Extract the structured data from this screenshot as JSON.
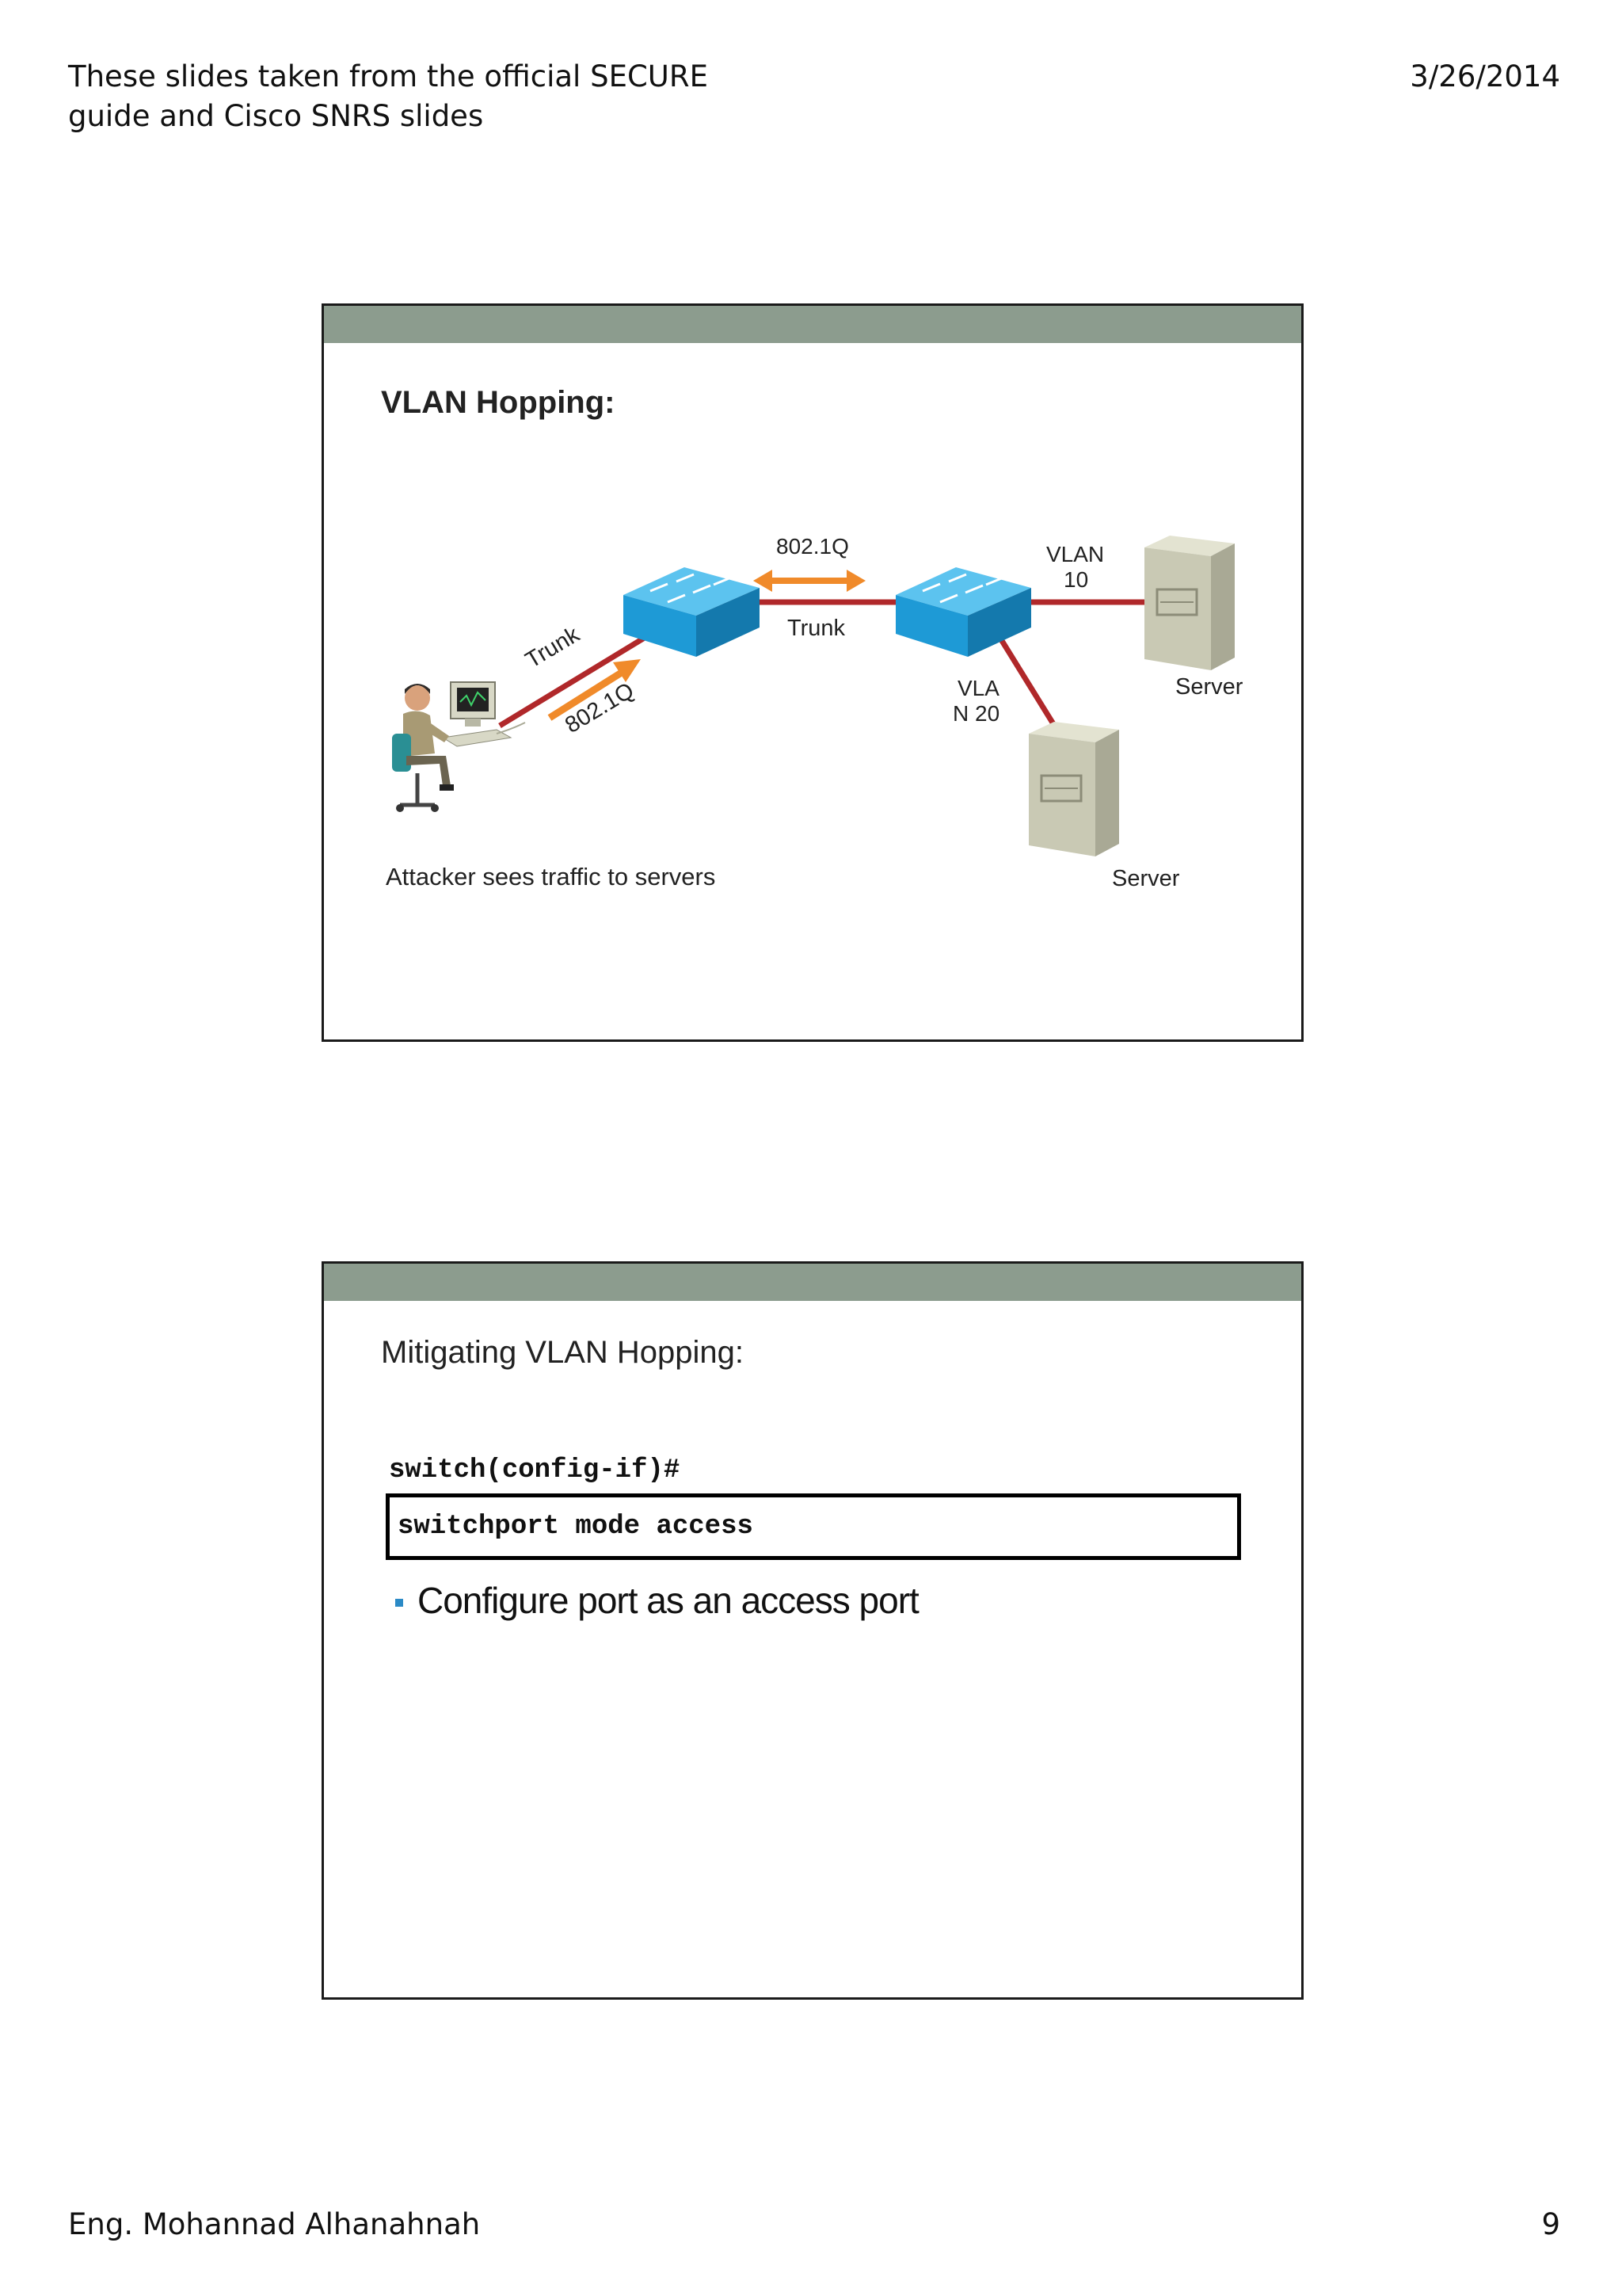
{
  "header": {
    "text_line1": "These slides taken from the official SECURE",
    "text_line2": "guide and Cisco SNRS slides",
    "date": "3/26/2014"
  },
  "footer": {
    "author": "Eng. Mohannad Alhanahnah",
    "page_number": "9"
  },
  "slide1": {
    "title": "VLAN Hopping:",
    "diagram": {
      "label_8021q_top": "802.1Q",
      "label_trunk_mid": "Trunk",
      "label_trunk_diag": "Trunk",
      "label_8021q_diag": "802.1Q",
      "label_vlan10_line1": "VLAN",
      "label_vlan10_line2": "10",
      "label_vlan20_line1": "VLA",
      "label_vlan20_line2": "N 20",
      "label_server1": "Server",
      "label_server2": "Server",
      "caption": "Attacker sees traffic to servers"
    },
    "colors": {
      "link": "#b0282a",
      "arrow": "#f08a2a",
      "switch": "#1e9ad6",
      "server": "#c9c9b4"
    }
  },
  "slide2": {
    "title": "Mitigating VLAN Hopping:",
    "prompt": "switch(config-if)#",
    "command": "switchport mode access",
    "bullet": "Configure port as an access port"
  }
}
